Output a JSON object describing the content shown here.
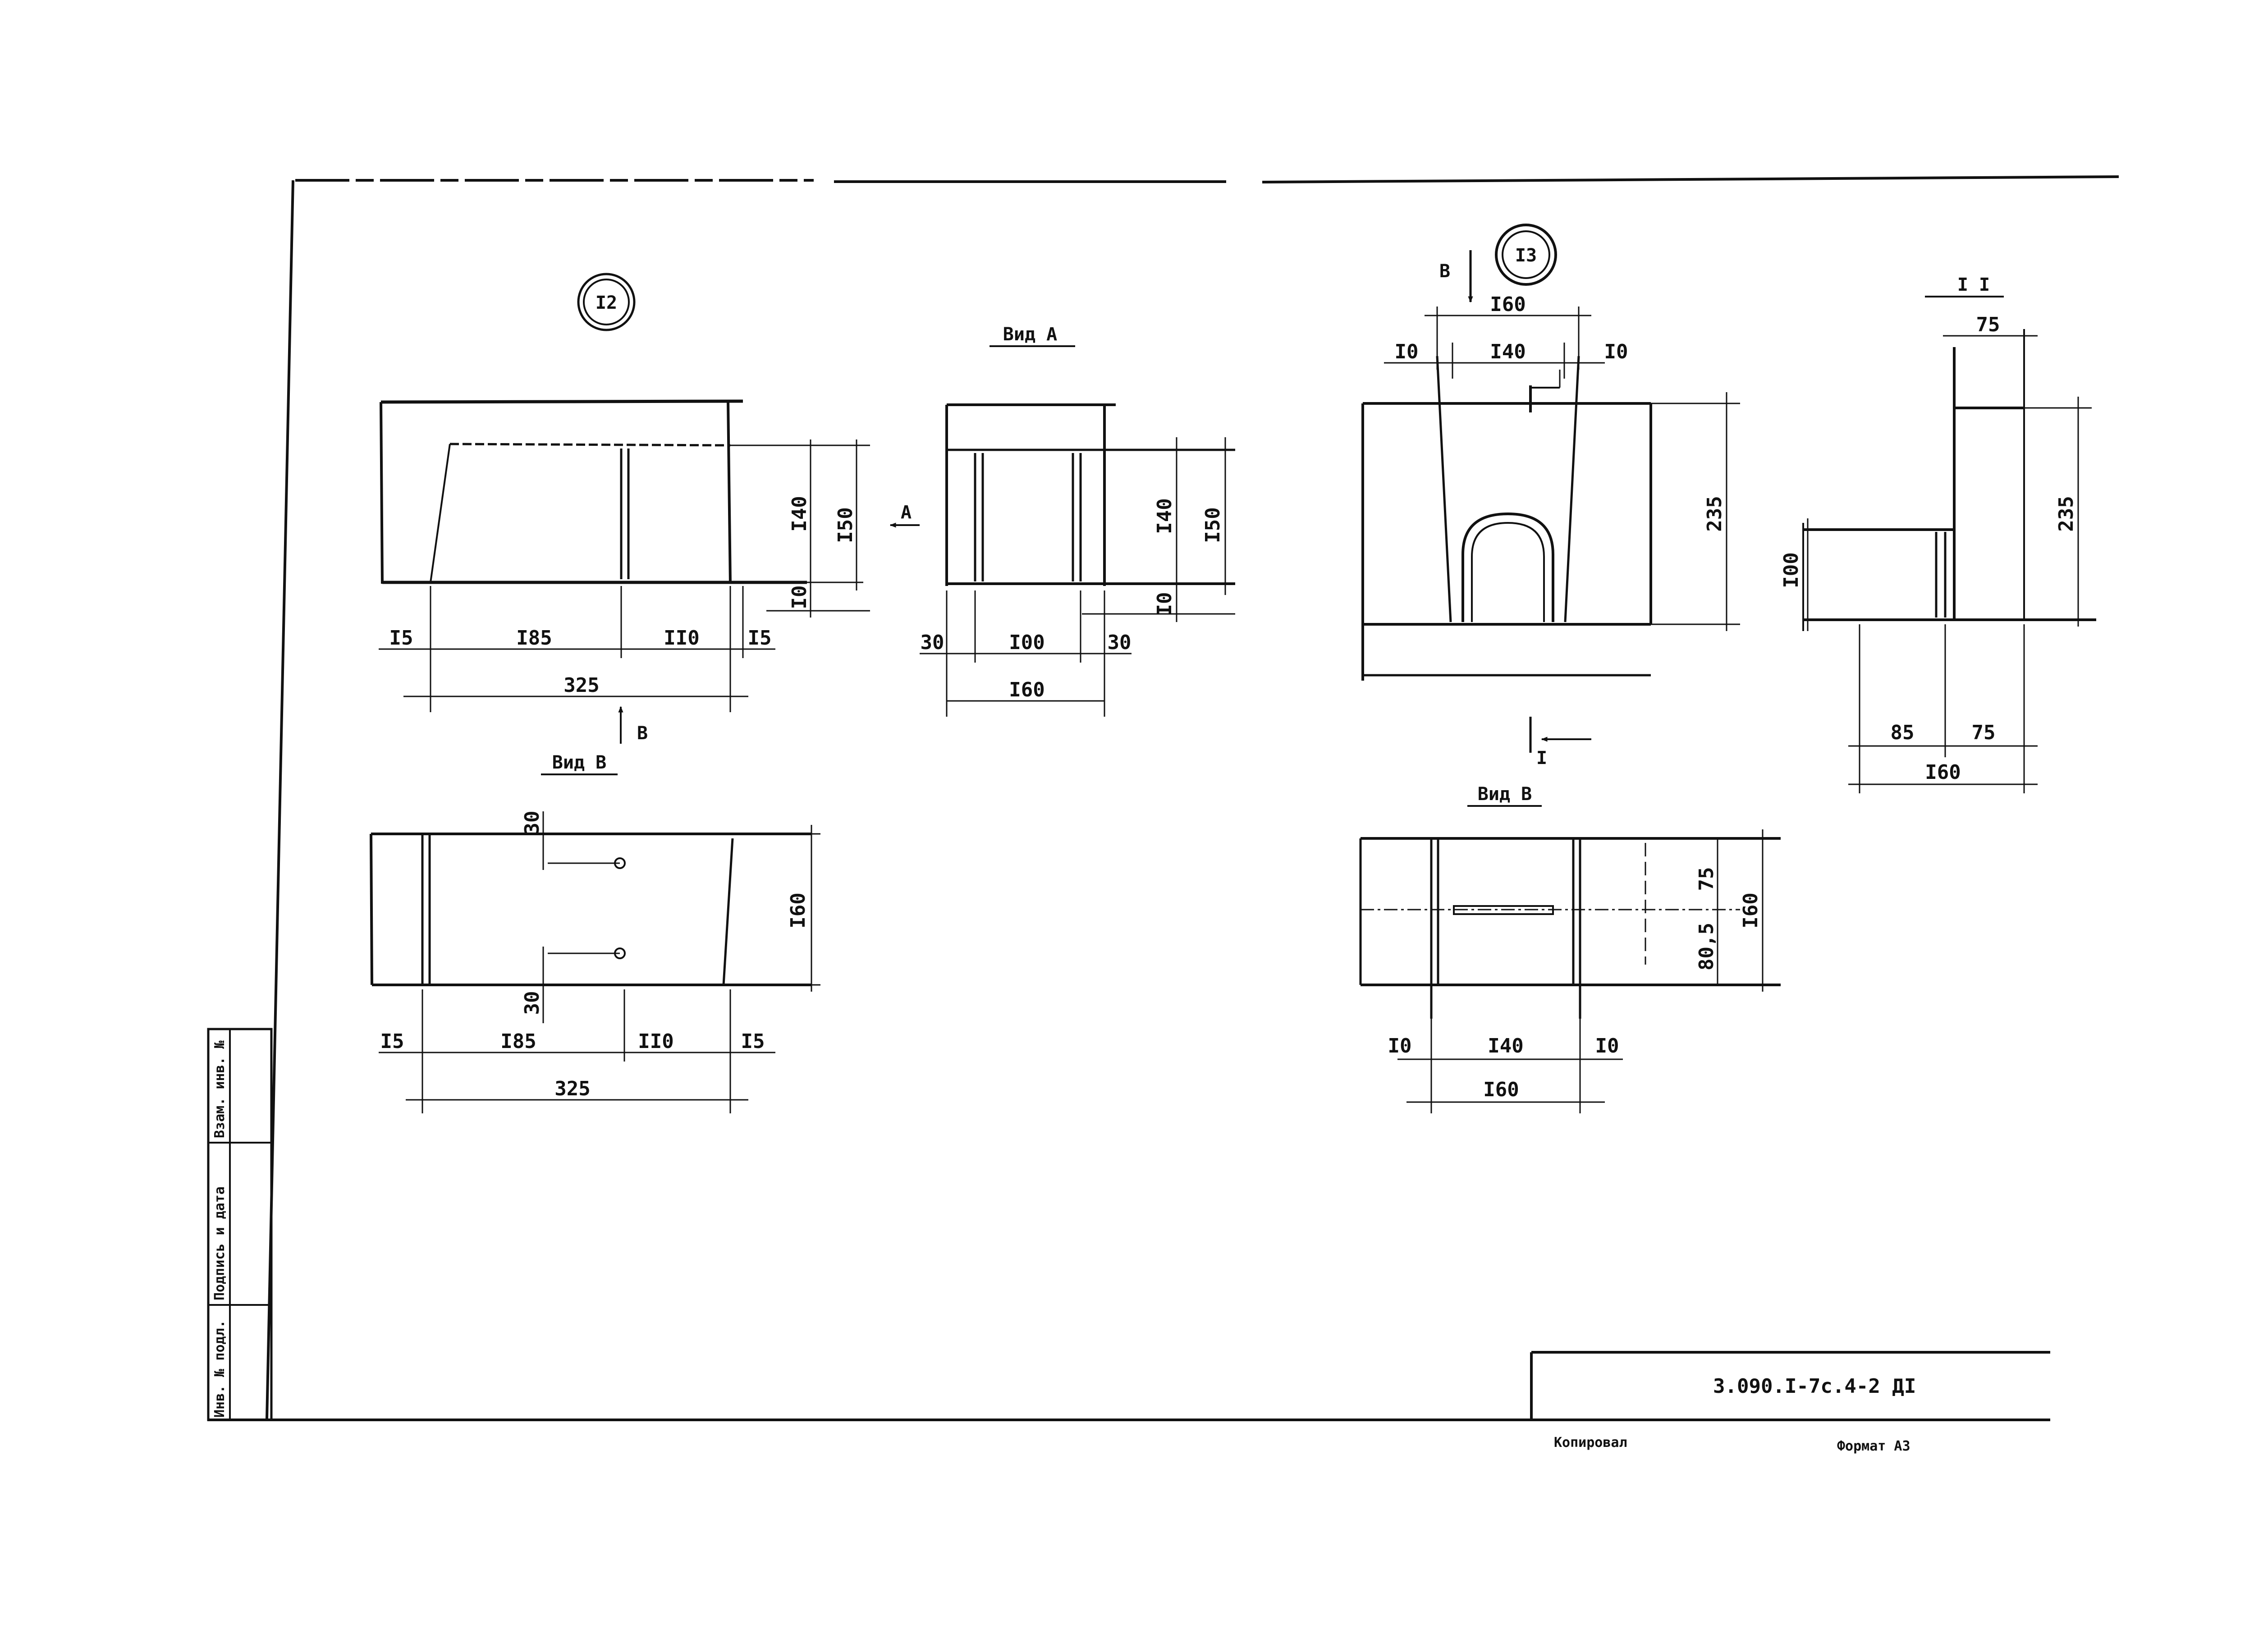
{
  "detail12": {
    "mark": "I2",
    "view_a_title": "Вид А",
    "view_b_title": "Вид В",
    "arrow_a": "А",
    "arrow_b": "В",
    "front": {
      "h_bottom": [
        "I5",
        "I85",
        "II0",
        "I5"
      ],
      "total": "325",
      "v_right": [
        "I40",
        "I50",
        "I0"
      ]
    },
    "view_a": {
      "h_bottom": [
        "30",
        "I00",
        "30"
      ],
      "total": "I60",
      "v_right": [
        "I40",
        "I50",
        "I0"
      ]
    },
    "view_b": {
      "top_off": "30",
      "bot_off": "30",
      "h_bottom": [
        "I5",
        "I85",
        "II0",
        "I5"
      ],
      "total": "325",
      "height": "I60"
    }
  },
  "detail13": {
    "mark": "I3",
    "arrow_b": "В",
    "section_mark": "I",
    "section_title": "I I",
    "view_b_title": "Вид В",
    "front": {
      "top_total": "I60",
      "top_parts": [
        "I0",
        "I40",
        "I0"
      ],
      "height": "235"
    },
    "section": {
      "top": "75",
      "height": "235",
      "left_h": "I00",
      "bottom_parts": [
        "85",
        "75"
      ],
      "total": "I60"
    },
    "view_b": {
      "v_right": [
        "75",
        "80,5"
      ],
      "height": "I60",
      "h_bottom": [
        "I0",
        "I40",
        "I0"
      ],
      "total": "I60"
    }
  },
  "side_stamp": [
    "Инв. № подл.",
    "Подпись и дата",
    "Взам. инв. №"
  ],
  "title_block": {
    "doc_number": "3.090.I-7с.4-2 ДI",
    "copied": "Копировал",
    "format": "Формат А3"
  }
}
